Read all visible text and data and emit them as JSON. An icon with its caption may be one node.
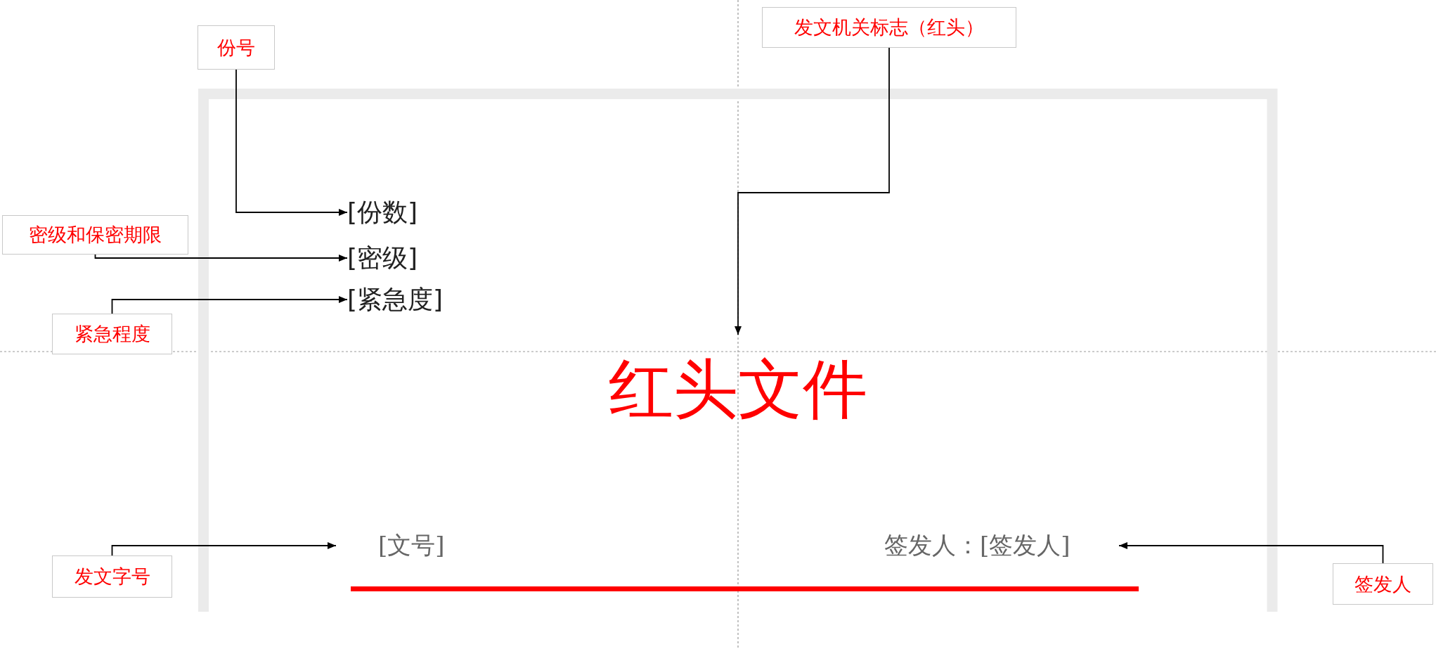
{
  "diagram": {
    "nodes": [
      {
        "text": [
          "发文机关标志（红头）"
        ]
      },
      {
        "text": [
          "份号"
        ]
      },
      {
        "text": [
          "[份数]"
        ]
      },
      {
        "text": [
          "密级和保密期限"
        ]
      },
      {
        "text": [
          "[密级]"
        ]
      },
      {
        "text": [
          "[紧急度]"
        ]
      },
      {
        "text": [
          "紧急程度"
        ]
      },
      {
        "text": [
          "红头文件"
        ]
      },
      {
        "text": [
          "[文号]"
        ]
      },
      {
        "text": [
          "签发人：[签发人]"
        ]
      },
      {
        "text": [
          "发文字号"
        ]
      },
      {
        "text": [
          "签发人"
        ]
      }
    ],
    "edges": [
      {
        "from": 1,
        "to": 2,
        "arrow": "to"
      },
      {
        "from": 3,
        "to": 4,
        "arrow": "to"
      },
      {
        "from": 6,
        "to": 5,
        "arrow": "to"
      },
      {
        "from": 0,
        "to": 7,
        "arrow": "to"
      },
      {
        "from": 10,
        "to": 8,
        "arrow": "to"
      },
      {
        "from": 11,
        "to": 9,
        "arrow": "to"
      }
    ]
  }
}
